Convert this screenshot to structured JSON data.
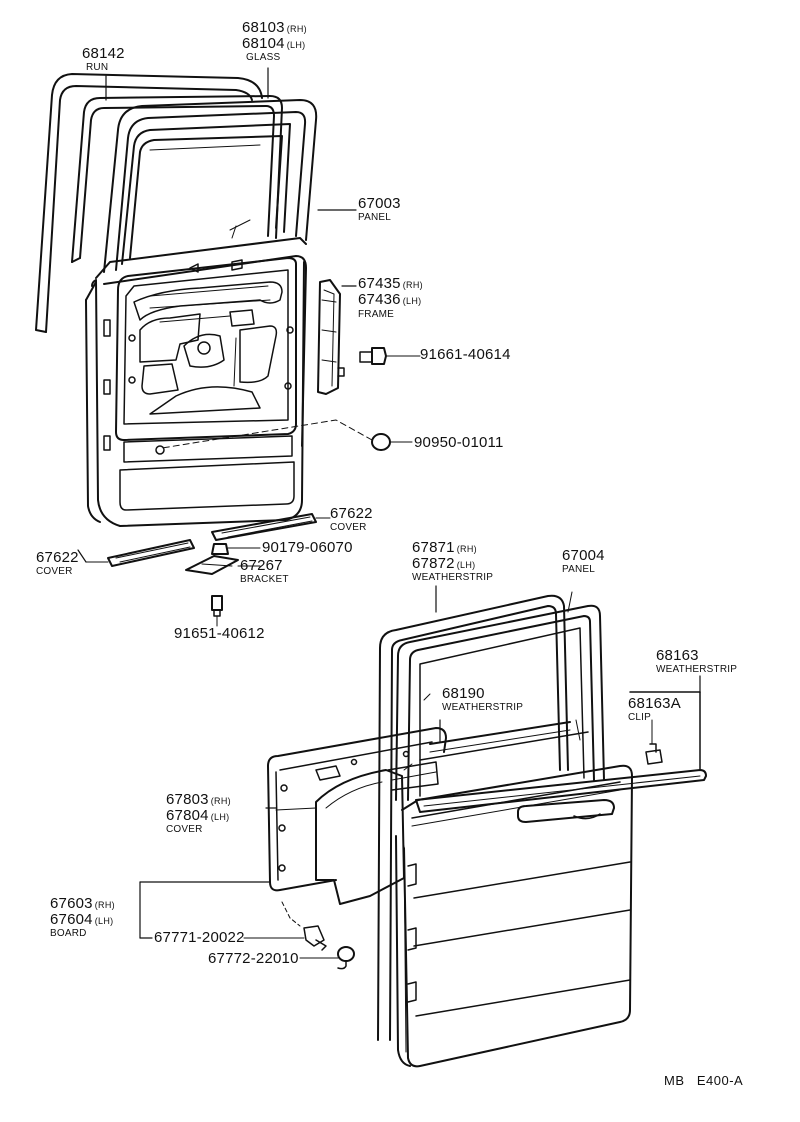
{
  "diagram": {
    "code": "MB   E400-A",
    "colors": {
      "ink": "#111111",
      "paper": "#ffffff"
    },
    "labels": {
      "l68142": {
        "num": "68142",
        "name": "RUN"
      },
      "l68103": {
        "num1": "68103",
        "sfx1": "(RH)",
        "num2": "68104",
        "sfx2": "(LH)",
        "name": "GLASS"
      },
      "l67003": {
        "num": "67003",
        "name": "PANEL"
      },
      "l67435": {
        "num1": "67435",
        "sfx1": "(RH)",
        "num2": "67436",
        "sfx2": "(LH)",
        "name": "FRAME"
      },
      "l91661": {
        "num": "91661-40614"
      },
      "l90950": {
        "num": "90950-01011"
      },
      "l67622a": {
        "num": "67622",
        "name": "COVER"
      },
      "l67622b": {
        "num": "67622",
        "name": "COVER"
      },
      "l90179": {
        "num": "90179-06070"
      },
      "l67267": {
        "num": "67267",
        "name": "BRACKET"
      },
      "l91651": {
        "num": "91651-40612"
      },
      "l67871": {
        "num1": "67871",
        "sfx1": "(RH)",
        "num2": "67872",
        "sfx2": "(LH)",
        "name": "WEATHERSTRIP"
      },
      "l67004": {
        "num": "67004",
        "name": "PANEL"
      },
      "l68163": {
        "num": "68163",
        "name": "WEATHERSTRIP"
      },
      "l68163a": {
        "num": "68163A",
        "name": "CLIP"
      },
      "l68190": {
        "num": "68190",
        "name": "WEATHERSTRIP"
      },
      "l67803cover": {
        "num1": "67803",
        "sfx1": "(RH)",
        "num2": "67804",
        "sfx2": "(LH)",
        "name": "COVER"
      },
      "l67603": {
        "num1": "67603",
        "sfx1": "(RH)",
        "num2": "67604",
        "sfx2": "(LH)",
        "name": "BOARD"
      },
      "l67771": {
        "num": "67771-20022"
      },
      "l67772": {
        "num": "67772-22010"
      }
    }
  }
}
